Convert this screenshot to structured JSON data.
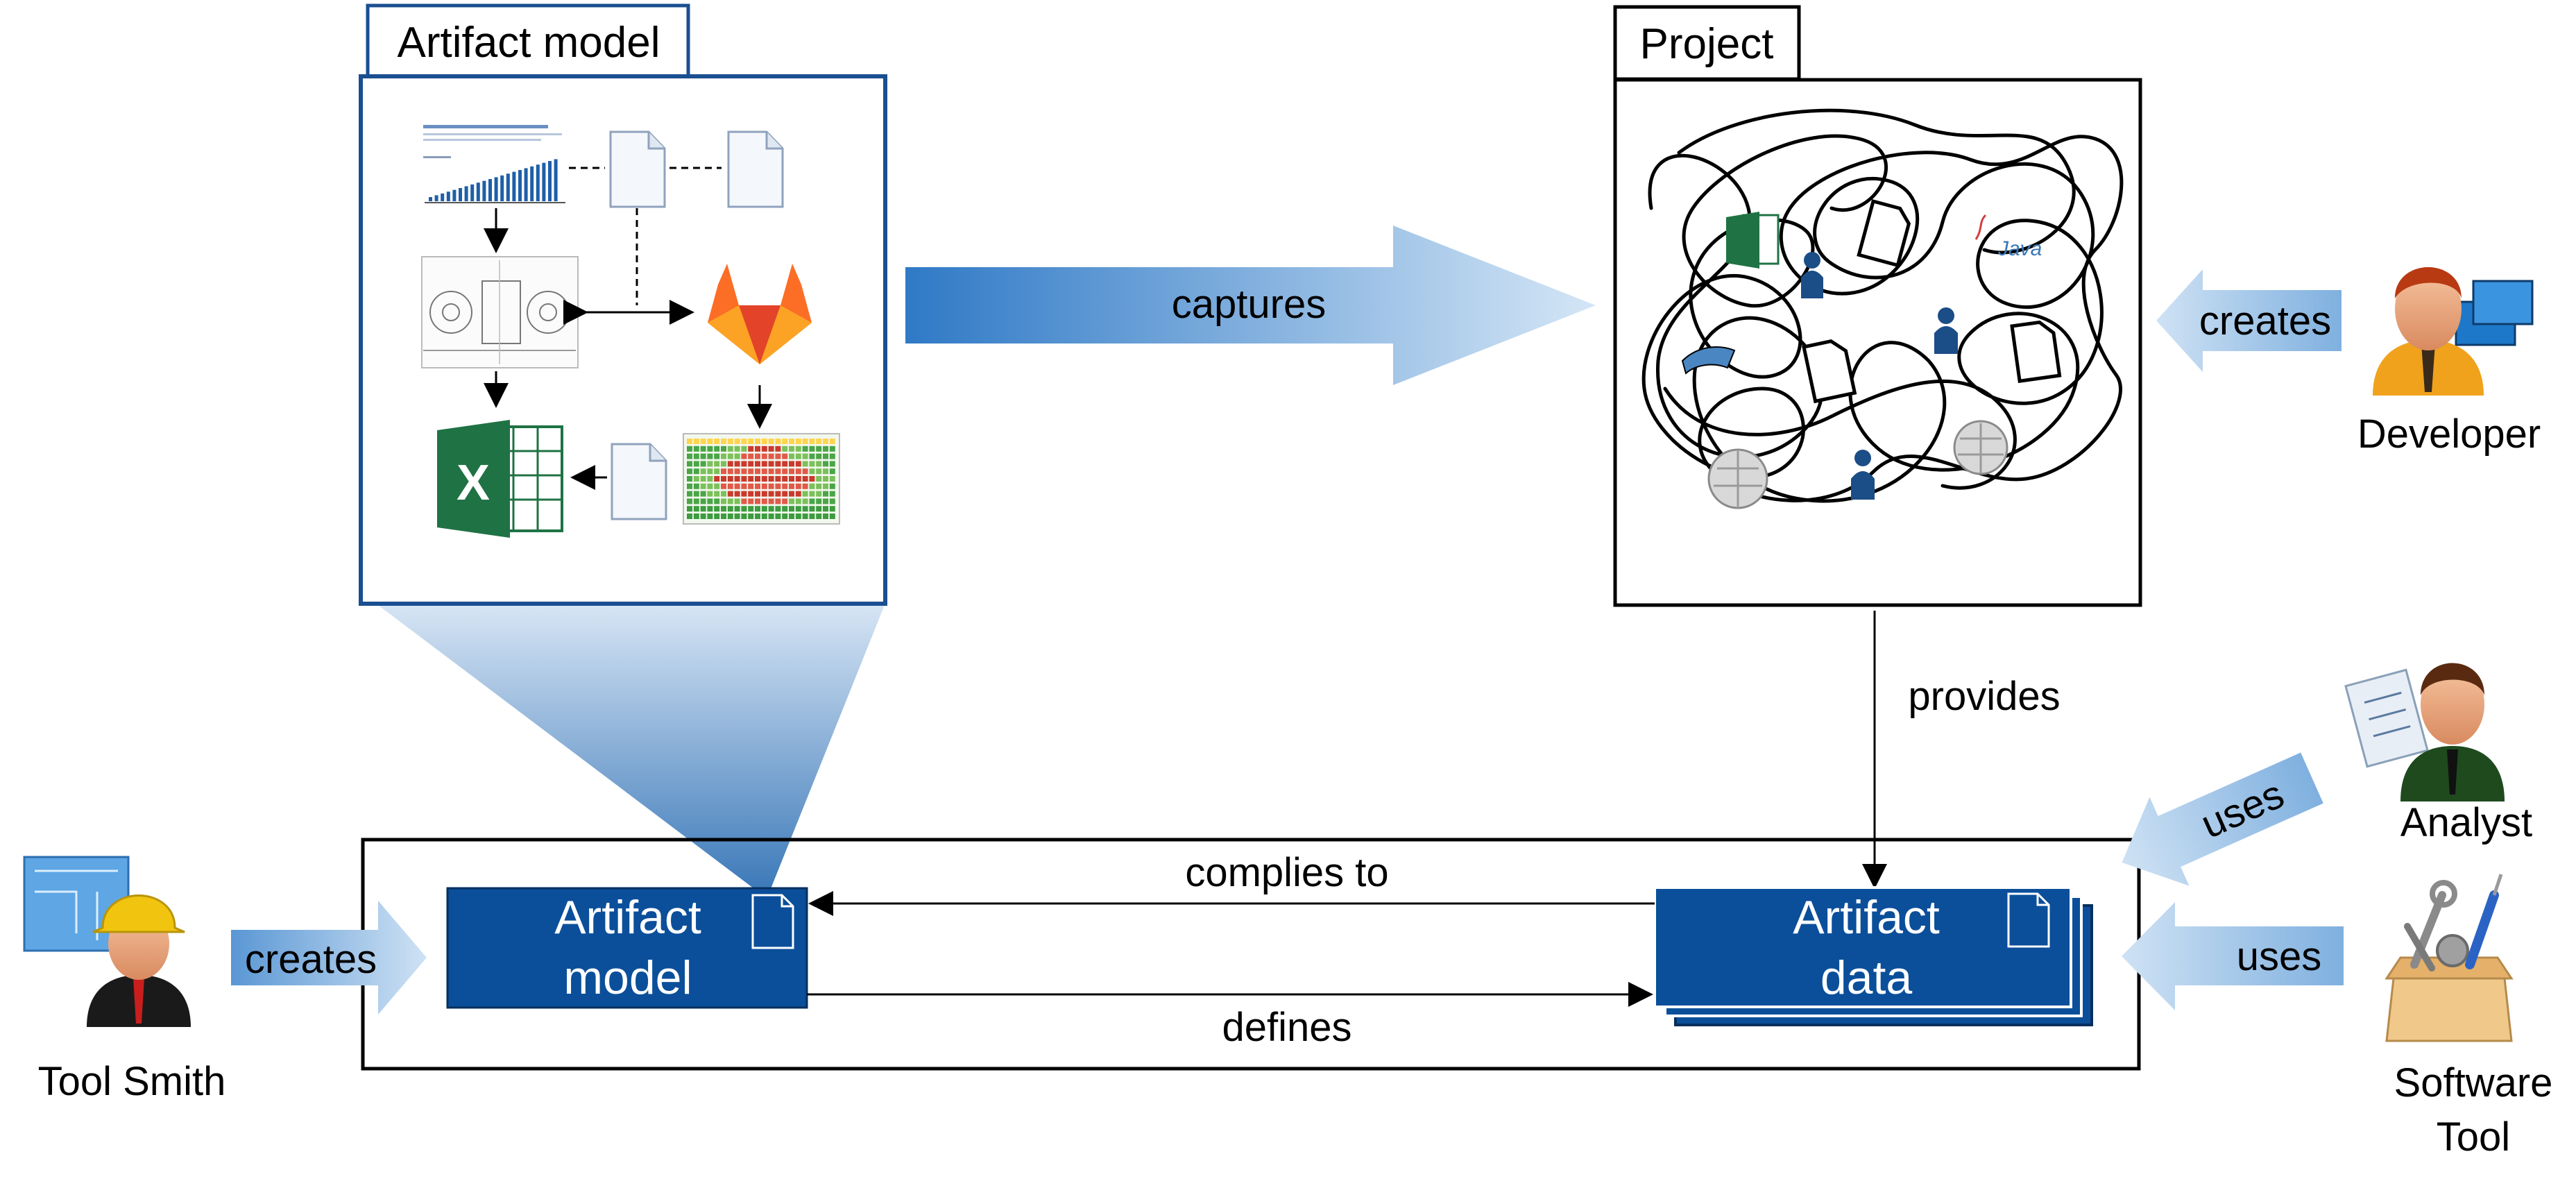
{
  "artifact_model_panel": {
    "title": "Artifact model"
  },
  "project_panel": {
    "title": "Project"
  },
  "arrows": {
    "captures": "captures",
    "creates_developer": "creates",
    "creates_toolsmith": "creates",
    "provides": "provides",
    "uses_analyst": "uses",
    "uses_tool": "uses",
    "complies_to": "complies to",
    "defines": "defines"
  },
  "boxes": {
    "artifact_model": {
      "line1": "Artifact",
      "line2": "model"
    },
    "artifact_data": {
      "line1": "Artifact",
      "line2": "data"
    }
  },
  "actors": {
    "developer": "Developer",
    "analyst": "Analyst",
    "tool_smith": "Tool Smith",
    "software_tool": {
      "line1": "Software",
      "line2": "Tool"
    }
  },
  "colors": {
    "dark_blue": "#0b4f9a",
    "light_blue": "#b9d5ee",
    "box_border": "#000000",
    "excel_green": "#1f7244",
    "gitlab_orange": "#fc6d26"
  },
  "icons": [
    "document-icon",
    "gitlab-icon",
    "excel-icon",
    "chart-thumbnail",
    "spreadsheet-thumbnail",
    "blueprint-thumbnail",
    "wikipedia-icon",
    "java-icon"
  ]
}
